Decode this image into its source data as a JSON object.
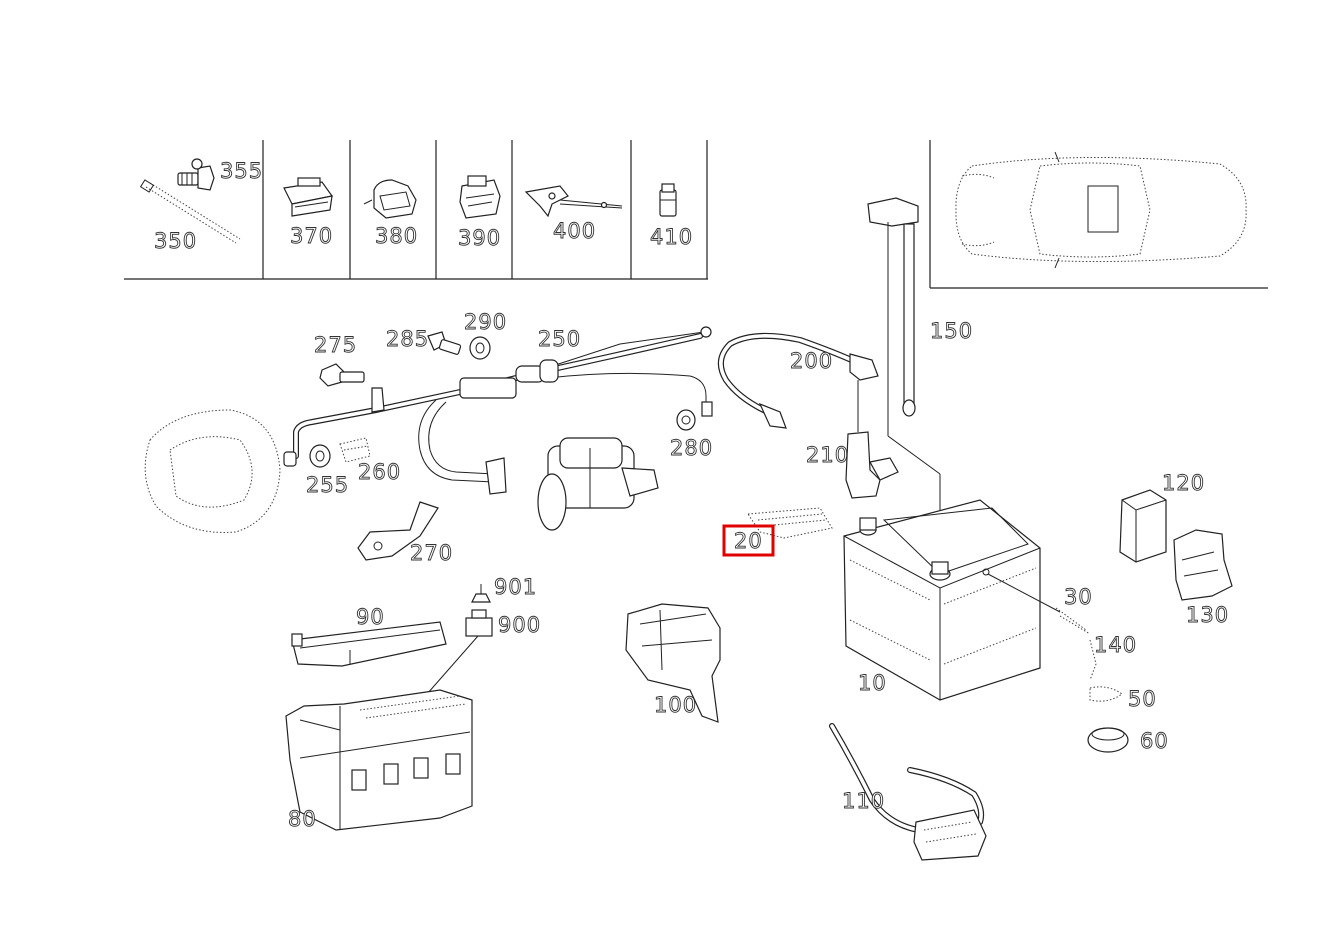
{
  "parts": {
    "p355": "355",
    "p350": "350",
    "p370": "370",
    "p380": "380",
    "p390": "390",
    "p400": "400",
    "p410": "410",
    "p150": "150",
    "p275": "275",
    "p285": "285",
    "p290": "290",
    "p250": "250",
    "p200": "200",
    "p280": "280",
    "p210": "210",
    "p255": "255",
    "p260": "260",
    "p270": "270",
    "p20": "20",
    "p120": "120",
    "p130": "130",
    "p30": "30",
    "p140": "140",
    "p901": "901",
    "p900": "900",
    "p90": "90",
    "p100": "100",
    "p10": "10",
    "p50": "50",
    "p60": "60",
    "p110": "110",
    "p80": "80"
  },
  "highlight": {
    "part": "20",
    "color": "#e00000"
  }
}
